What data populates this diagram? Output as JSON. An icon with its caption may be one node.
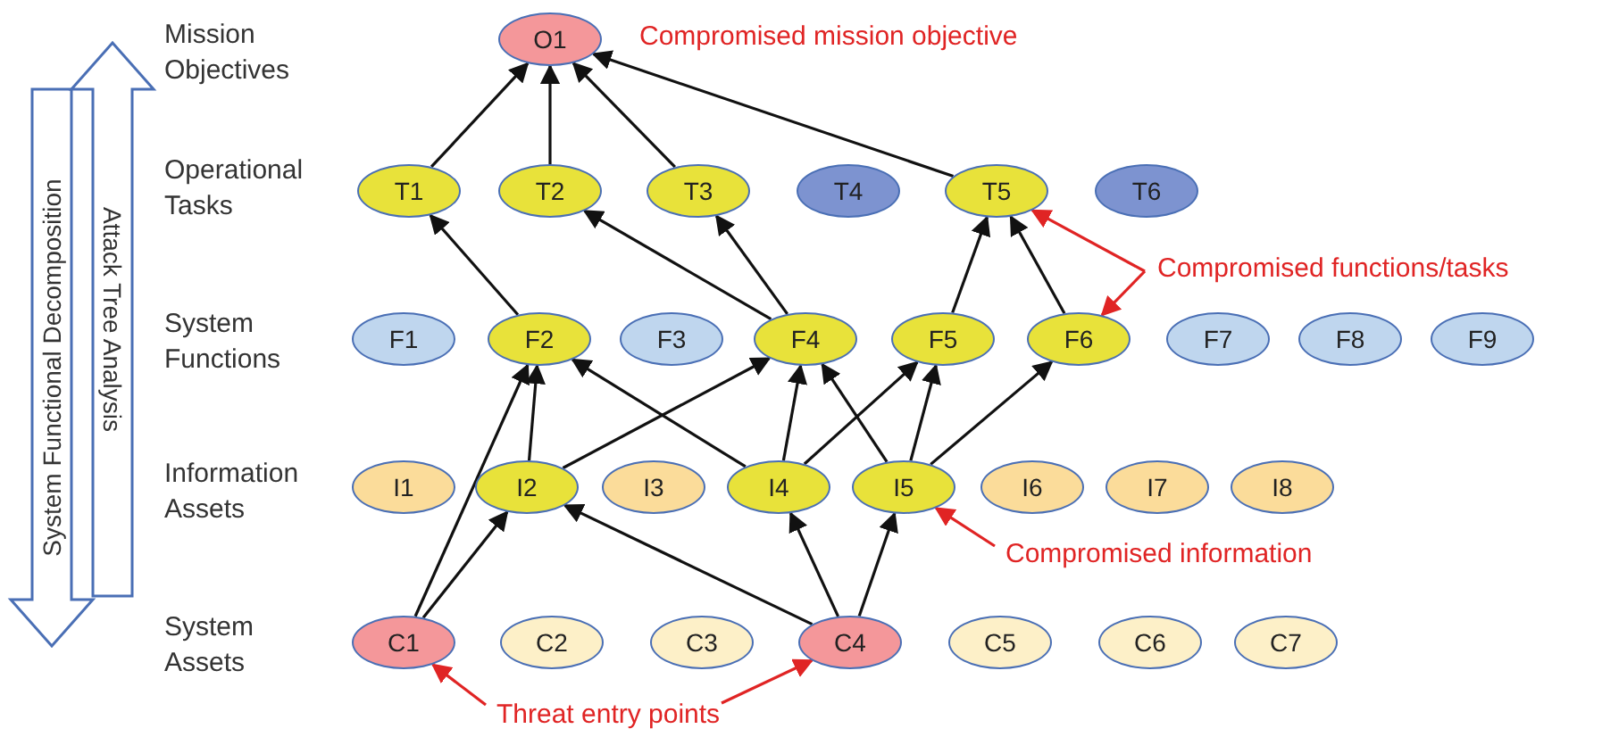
{
  "diagram": {
    "nodes": [
      {
        "text": [
          "System Functional Decomposition"
        ]
      },
      {
        "text": [
          "Attack Tree Analysis"
        ]
      },
      {
        "text": [
          "O1"
        ]
      },
      {
        "text": [
          "T1"
        ]
      },
      {
        "text": [
          "T2"
        ]
      },
      {
        "text": [
          "T3"
        ]
      },
      {
        "text": [
          "T4"
        ]
      },
      {
        "text": [
          "T5"
        ]
      },
      {
        "text": [
          "T6"
        ]
      },
      {
        "text": [
          "Compromised functions/tasks"
        ]
      },
      {
        "text": [
          "F1"
        ]
      },
      {
        "text": [
          "F2"
        ]
      },
      {
        "text": [
          "F3"
        ]
      },
      {
        "text": [
          "F4"
        ]
      },
      {
        "text": [
          "F5"
        ]
      },
      {
        "text": [
          "F6"
        ]
      },
      {
        "text": [
          "F7"
        ]
      },
      {
        "text": [
          "F8"
        ]
      },
      {
        "text": [
          "F9"
        ]
      },
      {
        "text": [
          "I1"
        ]
      },
      {
        "text": [
          "I2"
        ]
      },
      {
        "text": [
          "I3"
        ]
      },
      {
        "text": [
          "I4"
        ]
      },
      {
        "text": [
          "I5"
        ]
      },
      {
        "text": [
          "I6"
        ]
      },
      {
        "text": [
          "I7"
        ]
      },
      {
        "text": [
          "I8"
        ]
      },
      {
        "text": [
          "Compromised information"
        ]
      },
      {
        "text": [
          "C1"
        ]
      },
      {
        "text": [
          "C2"
        ]
      },
      {
        "text": [
          "C3"
        ]
      },
      {
        "text": [
          "C4"
        ]
      },
      {
        "text": [
          "C5"
        ]
      },
      {
        "text": [
          "C6"
        ]
      },
      {
        "text": [
          "C7"
        ]
      },
      {
        "text": [
          "Threat entry points"
        ]
      }
    ],
    "edges": [
      {
        "from": 3,
        "to": 2,
        "arrow": "to"
      },
      {
        "from": 4,
        "to": 2,
        "arrow": "to"
      },
      {
        "from": 5,
        "to": 2,
        "arrow": "to"
      },
      {
        "from": 7,
        "to": 2,
        "arrow": "to"
      },
      {
        "from": 11,
        "to": 3,
        "arrow": "to"
      },
      {
        "from": 13,
        "to": 4,
        "arrow": "to"
      },
      {
        "from": 13,
        "to": 5,
        "arrow": "to"
      },
      {
        "from": 14,
        "to": 7,
        "arrow": "to"
      },
      {
        "from": 15,
        "to": 7,
        "arrow": "to"
      },
      {
        "from": 20,
        "to": 11,
        "arrow": "to"
      },
      {
        "from": 28,
        "to": 11,
        "arrow": "to"
      },
      {
        "from": 20,
        "to": 13,
        "arrow": "to"
      },
      {
        "from": 22,
        "to": 11,
        "arrow": "to"
      },
      {
        "from": 22,
        "to": 13,
        "arrow": "to"
      },
      {
        "from": 22,
        "to": 14,
        "arrow": "to"
      },
      {
        "from": 23,
        "to": 13,
        "arrow": "to"
      },
      {
        "from": 23,
        "to": 14,
        "arrow": "to"
      },
      {
        "from": 23,
        "to": 15,
        "arrow": "to"
      },
      {
        "from": 28,
        "to": 20,
        "arrow": "to"
      },
      {
        "from": 31,
        "to": 20,
        "arrow": "to"
      },
      {
        "from": 31,
        "to": 22,
        "arrow": "to"
      },
      {
        "from": 31,
        "to": 23,
        "arrow": "to"
      },
      {
        "from": 9,
        "to": 7,
        "arrow": "to",
        "color": "#e02424"
      },
      {
        "from": 9,
        "to": 15,
        "arrow": "to",
        "color": "#e02424"
      },
      {
        "from": 27,
        "to": 23,
        "arrow": "to",
        "color": "#e02424"
      },
      {
        "from": 35,
        "to": 28,
        "arrow": "to",
        "color": "#e02424"
      },
      {
        "from": 35,
        "to": 31,
        "arrow": "to",
        "color": "#e02424"
      }
    ],
    "labels": [
      "Mission Objectives",
      "Compromised mission objective",
      "Operational Tasks",
      "System Functions",
      "Information Assets",
      "System Assets"
    ]
  }
}
